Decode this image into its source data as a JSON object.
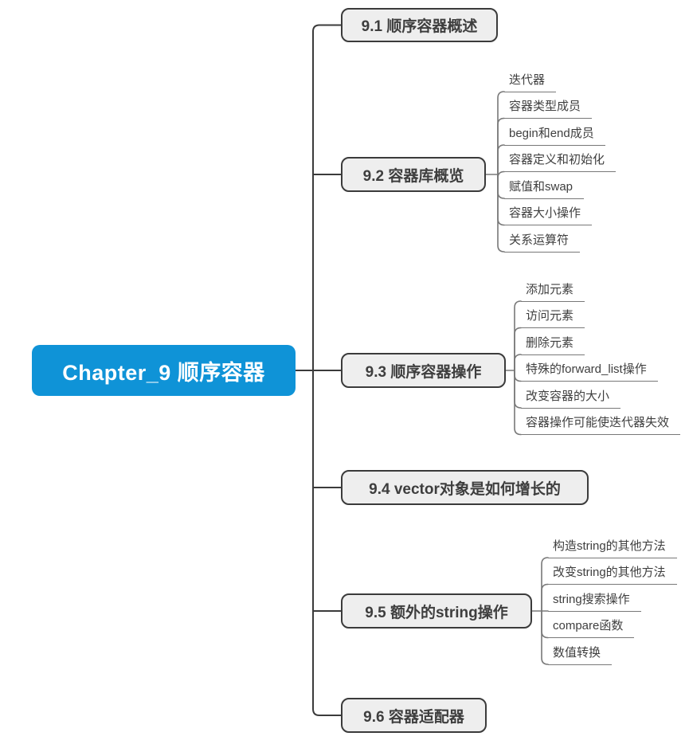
{
  "root": {
    "label": "Chapter_9 顺序容器"
  },
  "branches": [
    {
      "label": "9.1 顺序容器概述",
      "children": []
    },
    {
      "label": "9.2 容器库概览",
      "children": [
        "迭代器",
        "容器类型成员",
        "begin和end成员",
        "容器定义和初始化",
        "赋值和swap",
        "容器大小操作",
        "关系运算符"
      ]
    },
    {
      "label": "9.3 顺序容器操作",
      "children": [
        "添加元素",
        "访问元素",
        "删除元素",
        "特殊的forward_list操作",
        "改变容器的大小",
        "容器操作可能使迭代器失效"
      ]
    },
    {
      "label": "9.4 vector对象是如何增长的",
      "children": []
    },
    {
      "label": "9.5 额外的string操作",
      "children": [
        "构造string的其他方法",
        "改变string的其他方法",
        "string搜索操作",
        "compare函数",
        "数值转换"
      ]
    },
    {
      "label": "9.6 容器适配器",
      "children": []
    }
  ],
  "colors": {
    "root_fill": "#0f93d7",
    "root_text": "#ffffff",
    "node_fill": "#eeeeee",
    "node_border": "#3b3b3b",
    "node_text": "#3e3e3e",
    "branch_line": "#3b3b3b",
    "child_line": "#787878",
    "child_text": "#3f3f3f",
    "background": "#ffffff"
  }
}
